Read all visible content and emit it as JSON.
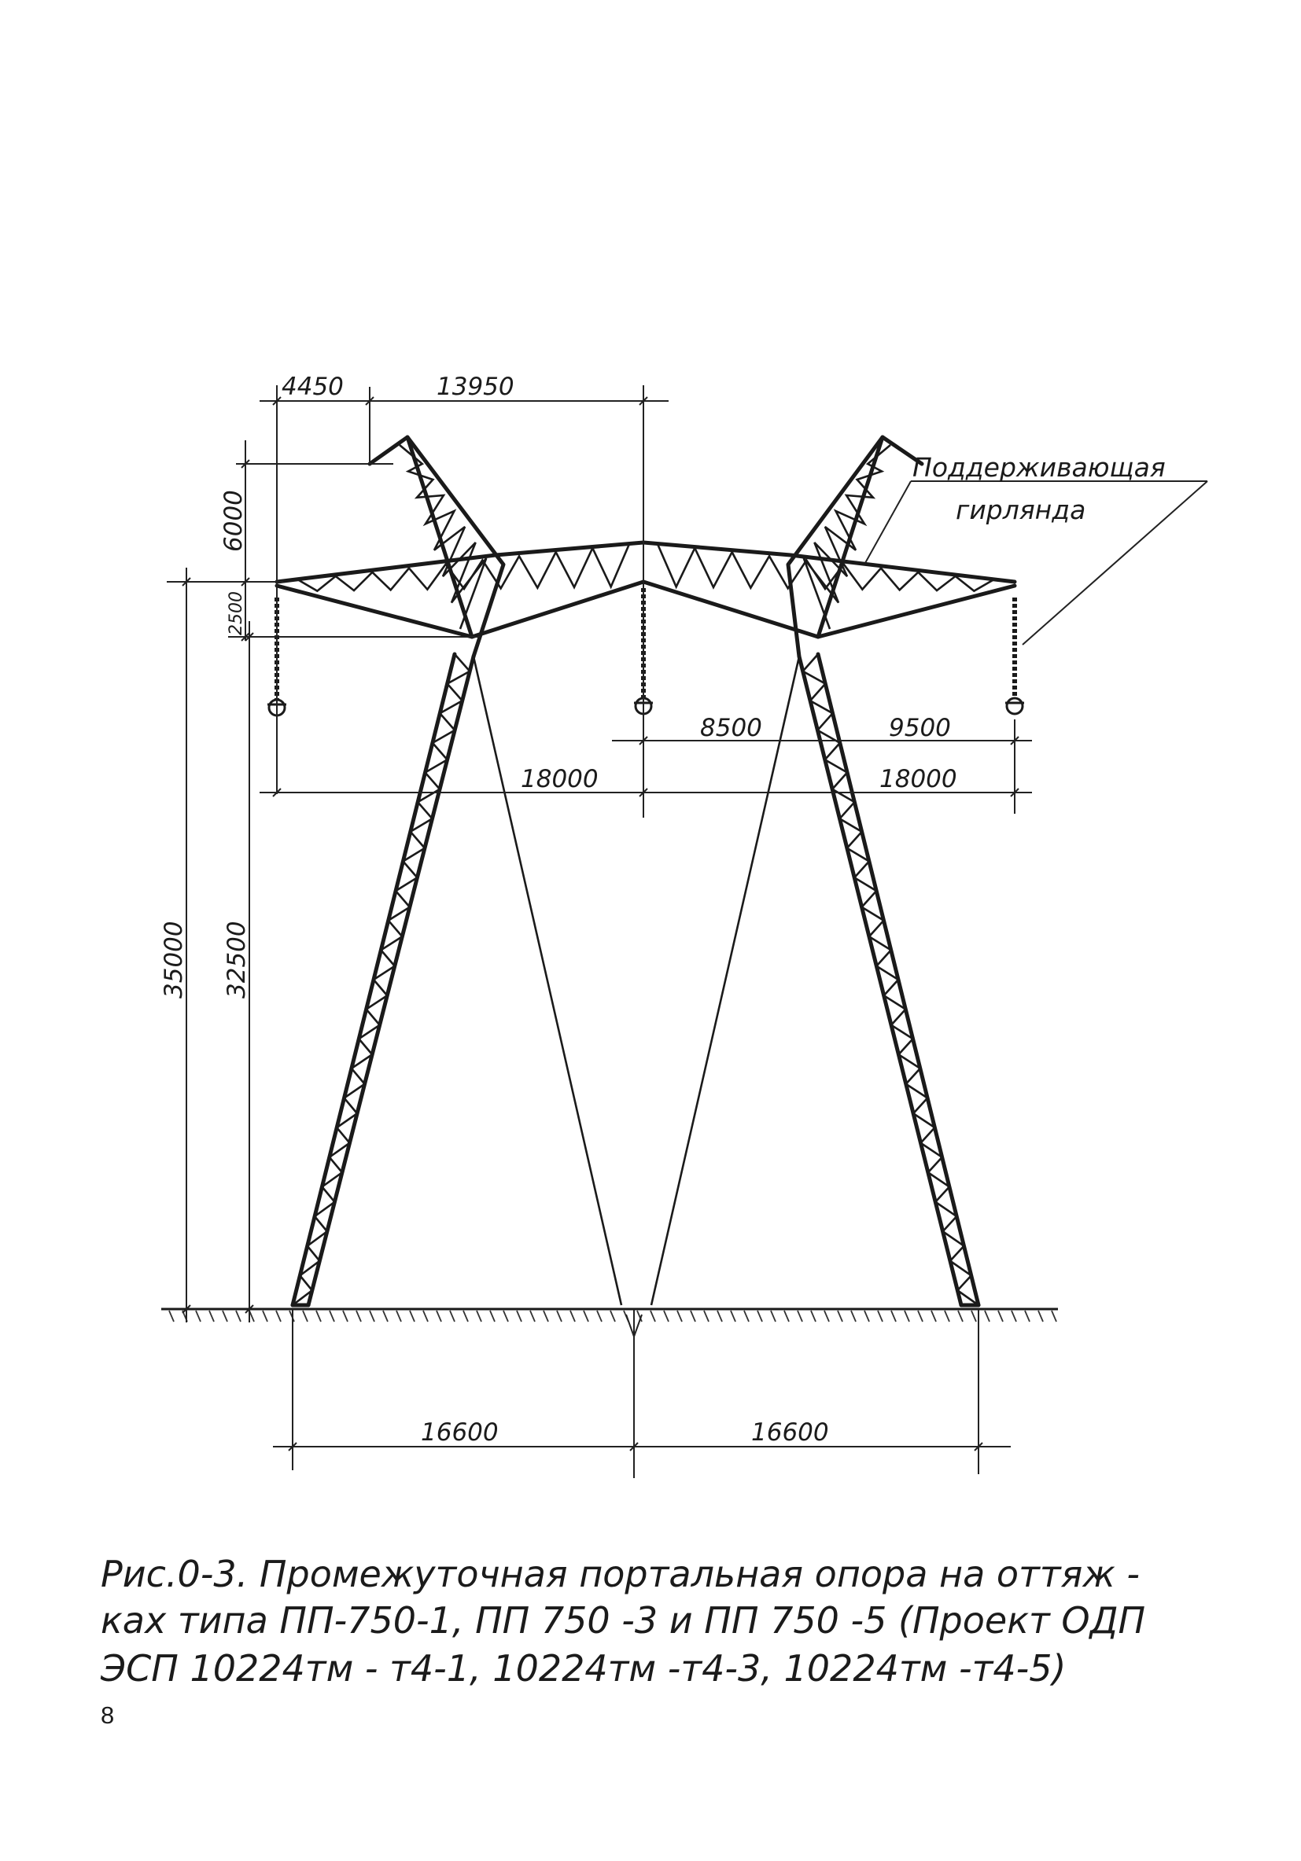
{
  "dimensions": {
    "top_left": "4450",
    "top_main": "13950",
    "height_top": "6000",
    "height_beam": "2500",
    "span_left_inner": "8500",
    "span_right_inner": "9500",
    "span_left": "18000",
    "span_right": "18000",
    "total_height": "35000",
    "leg_height": "32500",
    "base_left": "16600",
    "base_right": "16600"
  },
  "label": {
    "line1": "Поддерживающая",
    "line2": "гирлянда"
  },
  "caption": {
    "line1": "Рис.0-3. Промежуточная портальная опора на оттяж -",
    "line2": "ках типа ПП-750-1, ПП 750 -3 и ПП 750 -5 (Проект ОДП",
    "line3": "ЭСП 10224тм - т4-1, 10224тм -т4-3, 10224тм -т4-5)"
  },
  "page_number": "8"
}
